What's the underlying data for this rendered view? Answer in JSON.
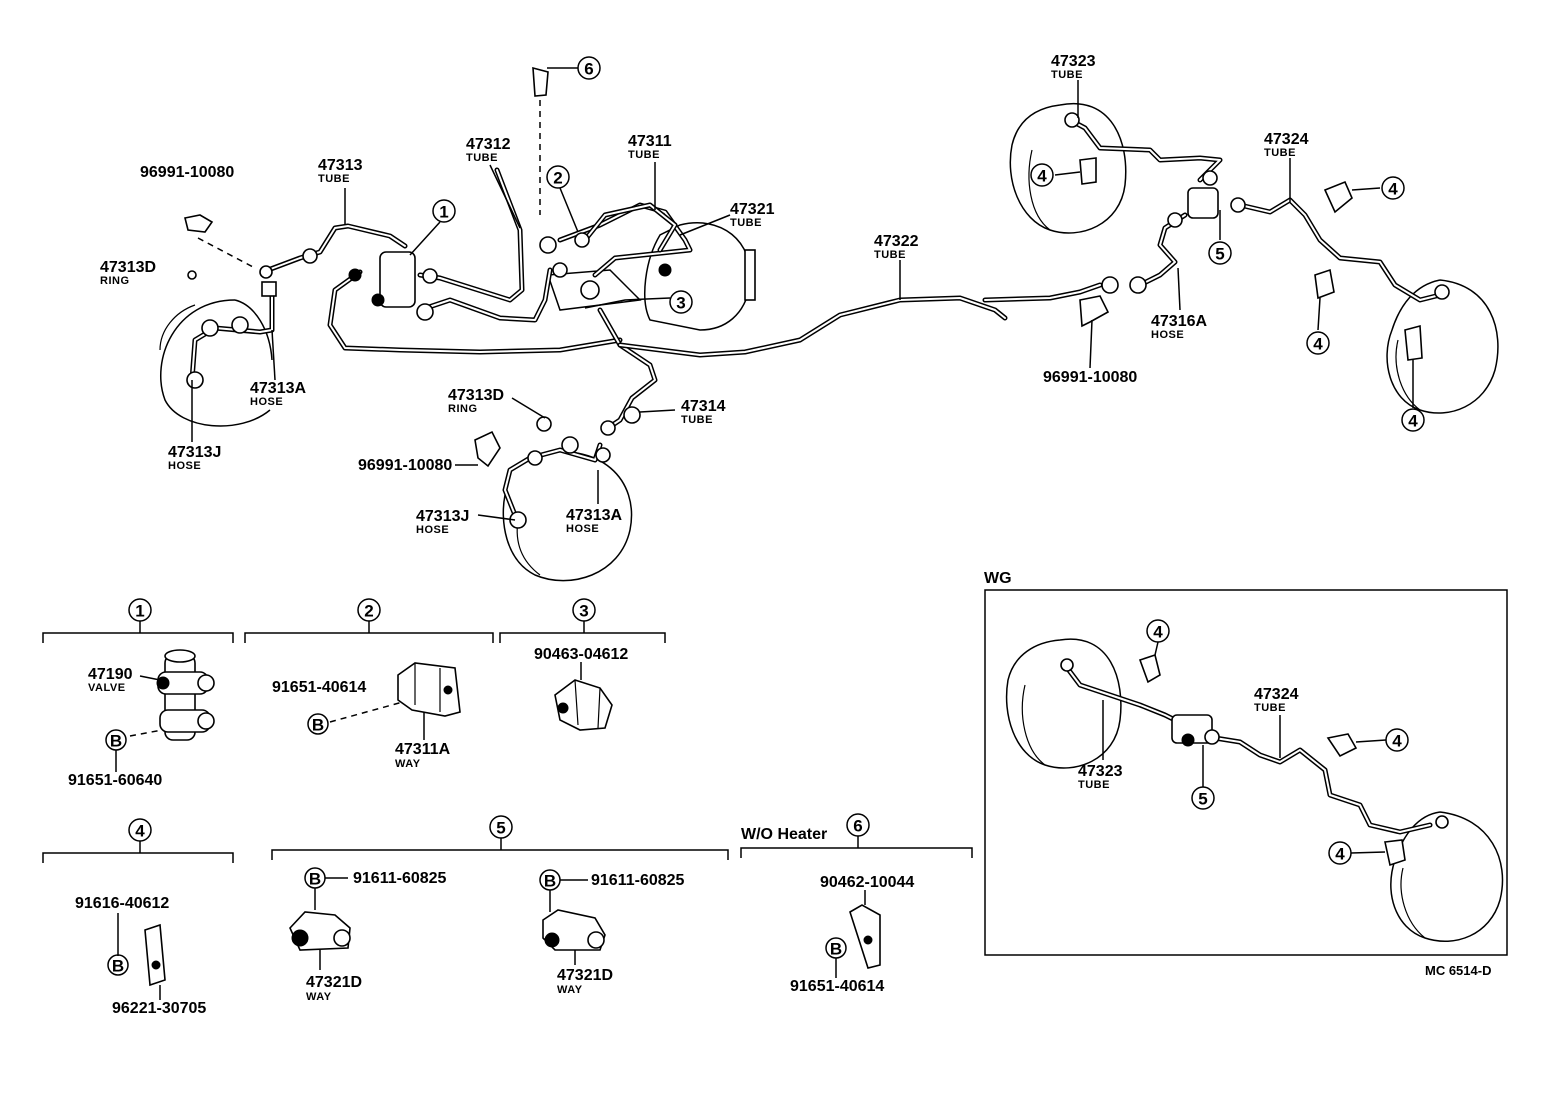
{
  "labels": {
    "p96991_top": {
      "num": "96991-10080"
    },
    "p47313": {
      "num": "47313",
      "sub": "TUBE"
    },
    "p47313D_top": {
      "num": "47313D",
      "sub": "RING"
    },
    "p47313A_l": {
      "num": "47313A",
      "sub": "HOSE"
    },
    "p47313J_l": {
      "num": "47313J",
      "sub": "HOSE"
    },
    "p47312": {
      "num": "47312",
      "sub": "TUBE"
    },
    "p47311": {
      "num": "47311",
      "sub": "TUBE"
    },
    "p47321": {
      "num": "47321",
      "sub": "TUBE"
    },
    "p47322": {
      "num": "47322",
      "sub": "TUBE"
    },
    "p47313D_mid": {
      "num": "47313D",
      "sub": "RING"
    },
    "p47314": {
      "num": "47314",
      "sub": "TUBE"
    },
    "p96991_mid": {
      "num": "96991-10080"
    },
    "p47313J_m": {
      "num": "47313J",
      "sub": "HOSE"
    },
    "p47313A_m": {
      "num": "47313A",
      "sub": "HOSE"
    },
    "p47323": {
      "num": "47323",
      "sub": "TUBE"
    },
    "p47324": {
      "num": "47324",
      "sub": "TUBE"
    },
    "p47316A": {
      "num": "47316A",
      "sub": "HOSE"
    },
    "p96991_r": {
      "num": "96991-10080"
    },
    "p47190": {
      "num": "47190",
      "sub": "VALVE"
    },
    "p91651_60640": {
      "num": "91651-60640"
    },
    "p91651_40614a": {
      "num": "91651-40614"
    },
    "p47311A": {
      "num": "47311A",
      "sub": "WAY"
    },
    "p90463": {
      "num": "90463-04612"
    },
    "p91616": {
      "num": "91616-40612"
    },
    "p96221": {
      "num": "96221-30705"
    },
    "p91611_a": {
      "num": "91611-60825"
    },
    "p91611_b": {
      "num": "91611-60825"
    },
    "p47321D_a": {
      "num": "47321D",
      "sub": "WAY"
    },
    "p47321D_b": {
      "num": "47321D",
      "sub": "WAY"
    },
    "p90462": {
      "num": "90462-10044"
    },
    "p91651_40614b": {
      "num": "91651-40614"
    },
    "wg_47324": {
      "num": "47324",
      "sub": "TUBE"
    },
    "wg_47323": {
      "num": "47323",
      "sub": "TUBE"
    }
  },
  "callouts": {
    "c1": "1",
    "c2": "2",
    "c3": "3",
    "c4": "4",
    "c5": "5",
    "c6": "6",
    "bolt": "B"
  },
  "sections": {
    "wo_heater": "W/O Heater",
    "wg": "WG"
  },
  "figure_code": "MC 6514-D"
}
